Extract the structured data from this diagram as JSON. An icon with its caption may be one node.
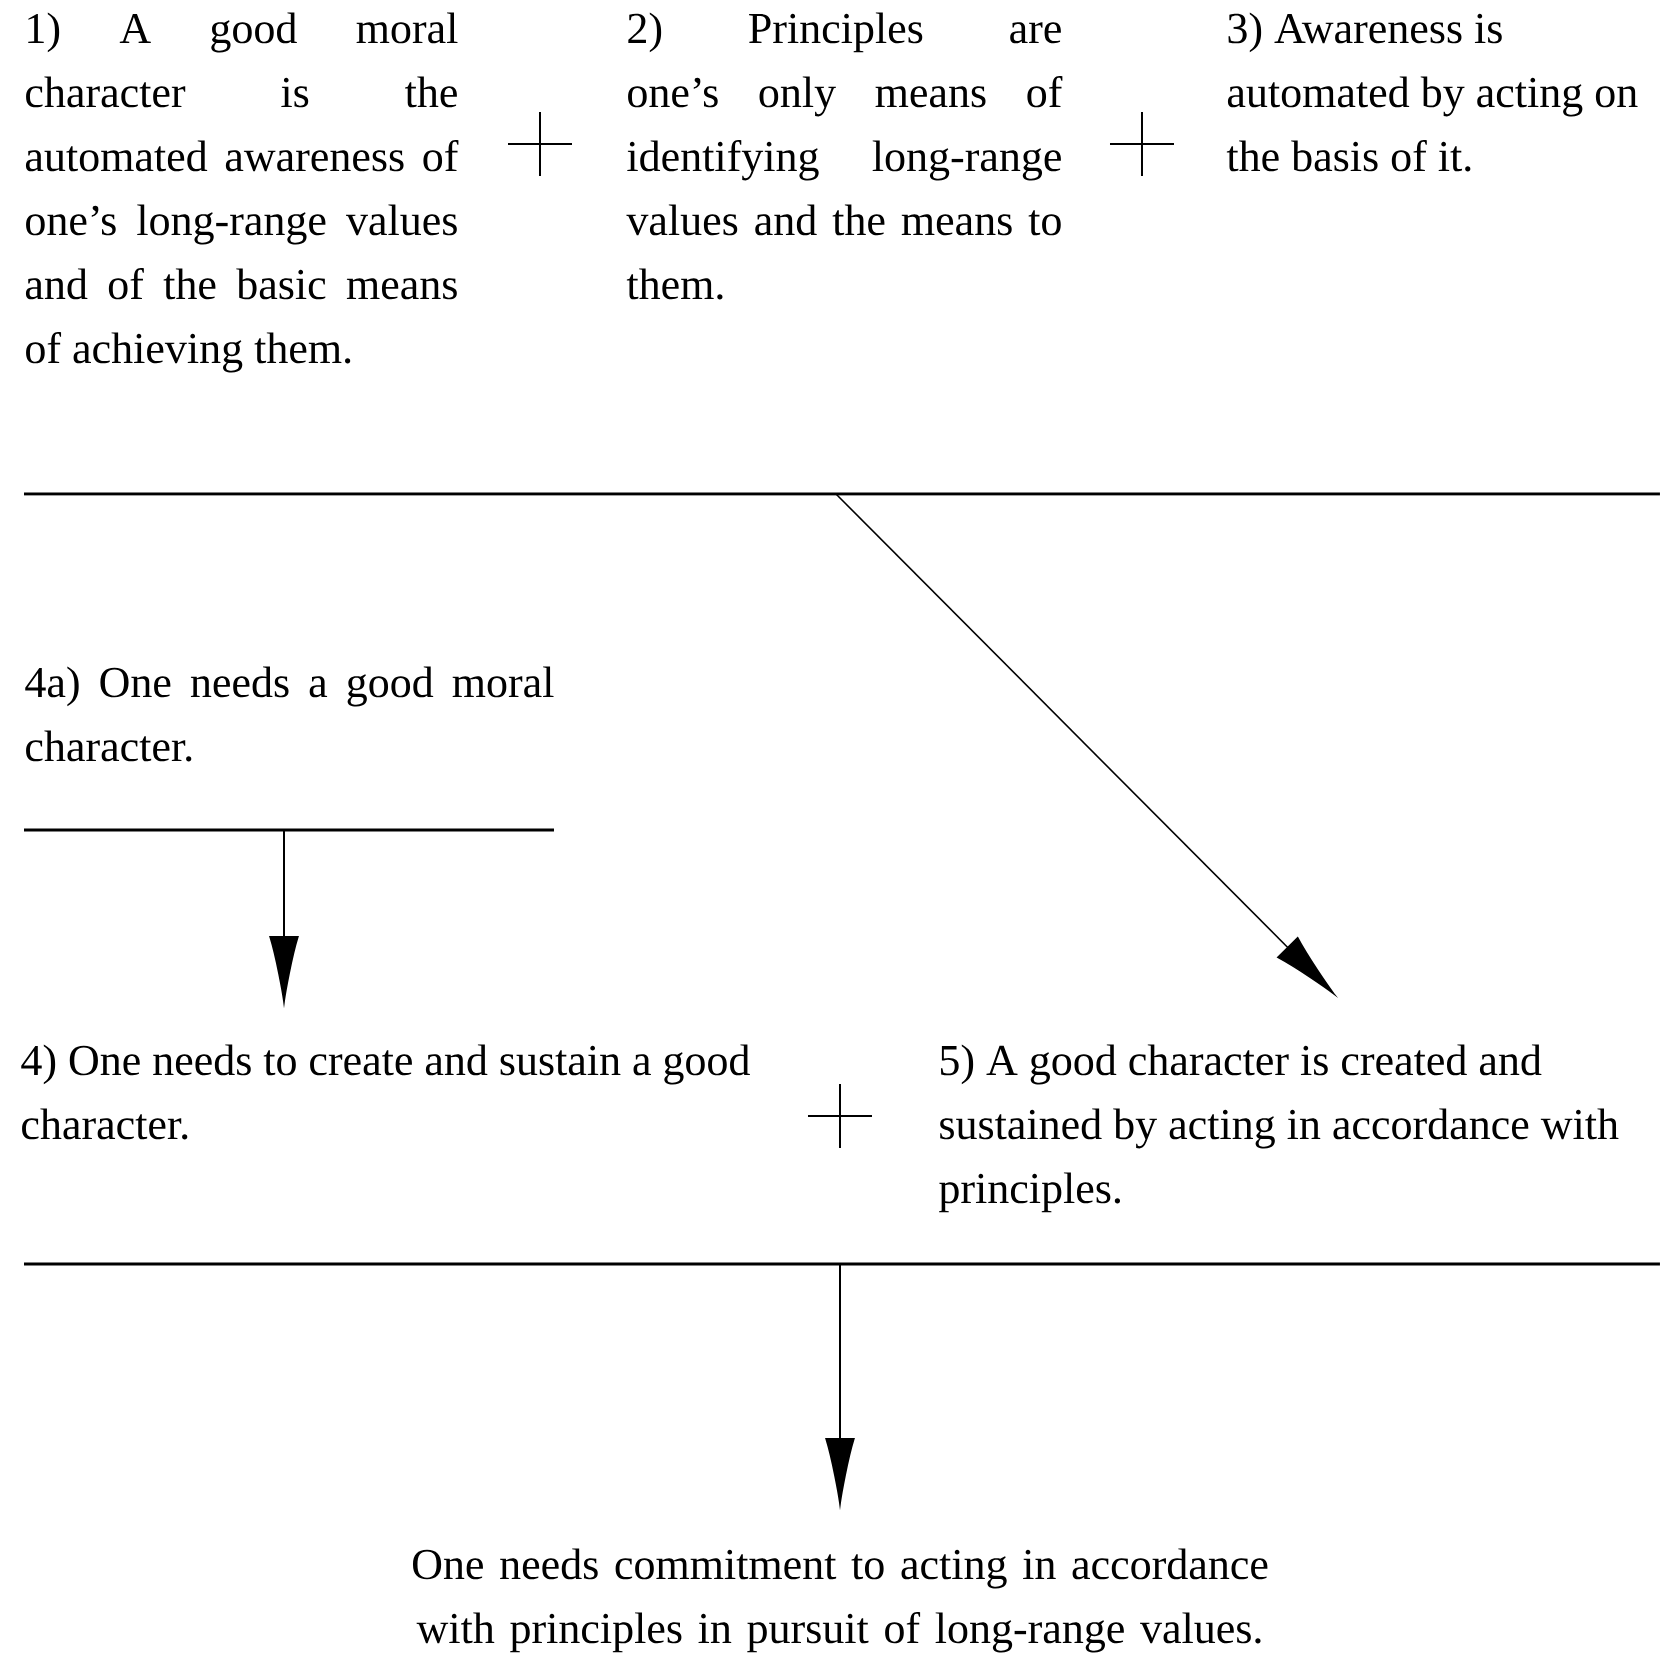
{
  "diagram": {
    "nodes": [
      {
        "text": [
          "1) A good moral character is the automated awareness of one’s long-range values and of the basic means of achieving them."
        ]
      },
      {
        "text": [
          "2) Principles are one’s only means of identifying long-range values and the means to them."
        ]
      },
      {
        "text": [
          "3) Awareness is automated by acting on the basis of it."
        ]
      },
      {
        "text": [],
        "shape": "bar"
      },
      {
        "text": [
          "4a) One needs a good moral character."
        ]
      },
      {
        "text": [],
        "shape": "bar"
      },
      {
        "text": [
          "4) One needs to create and sustain a good character."
        ]
      },
      {
        "text": [
          "5) A good character is created and sustained by acting in accordance with principles."
        ]
      },
      {
        "text": [],
        "shape": "bar"
      },
      {
        "text": [
          "One needs commitment to acting in accordance with principles in pursuit of long-range values."
        ]
      }
    ],
    "edges": [
      {
        "from": 3,
        "to": 7,
        "arrow": "to"
      },
      {
        "from": 5,
        "to": 6,
        "arrow": "to"
      },
      {
        "from": 8,
        "to": 9,
        "arrow": "to"
      }
    ]
  }
}
